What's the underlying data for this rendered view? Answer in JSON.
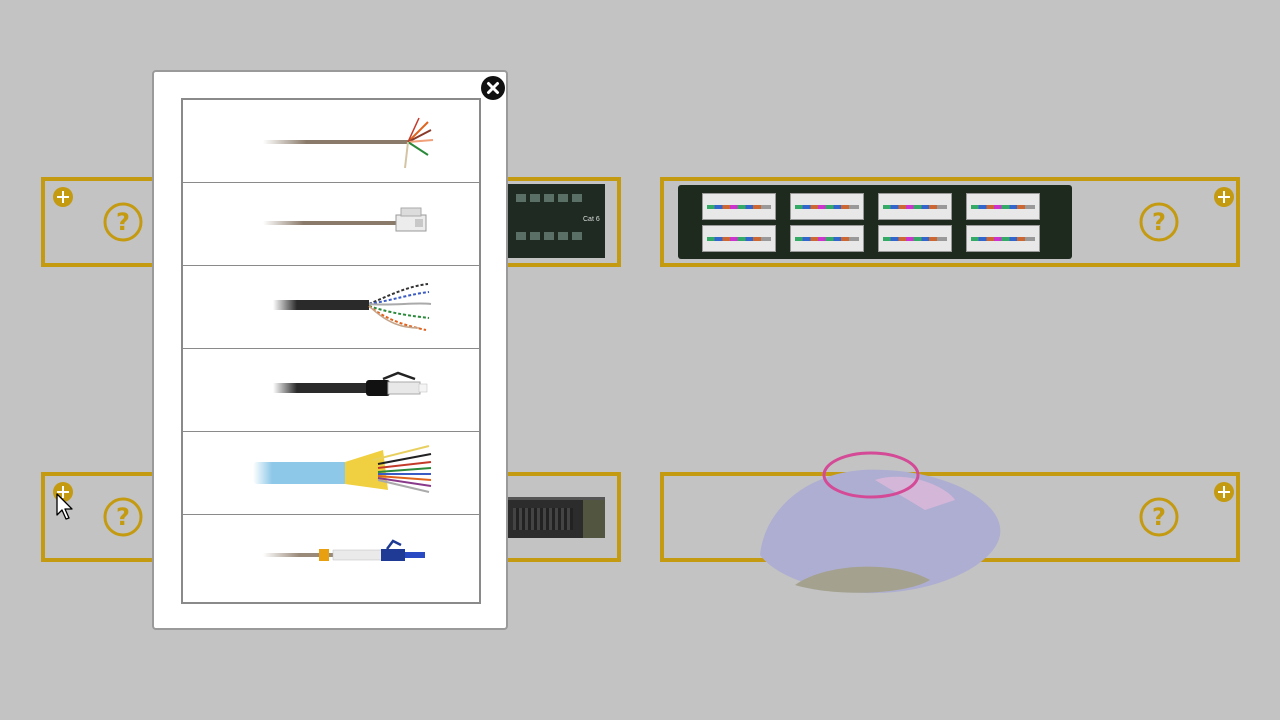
{
  "rack": {
    "slots": [
      {
        "id": "top-left",
        "help_label": "?"
      },
      {
        "id": "top-right",
        "help_label": "?"
      },
      {
        "id": "bottom-left",
        "help_label": "?"
      },
      {
        "id": "bottom-right",
        "help_label": "?"
      }
    ],
    "small_panel_label": "Cat 6"
  },
  "modal": {
    "cable_options": [
      {
        "icon": "bare-twisted-pair-cable-icon"
      },
      {
        "icon": "rj11-terminated-cable-icon"
      },
      {
        "icon": "bare-cat-cable-icon"
      },
      {
        "icon": "rj45-terminated-cable-icon"
      },
      {
        "icon": "bare-fiber-optic-cable-icon"
      },
      {
        "icon": "lc-fiber-connector-cable-icon"
      }
    ]
  },
  "colors": {
    "accent": "#c49a10",
    "background": "#c3c3c3",
    "modal_bg": "#ffffff"
  }
}
